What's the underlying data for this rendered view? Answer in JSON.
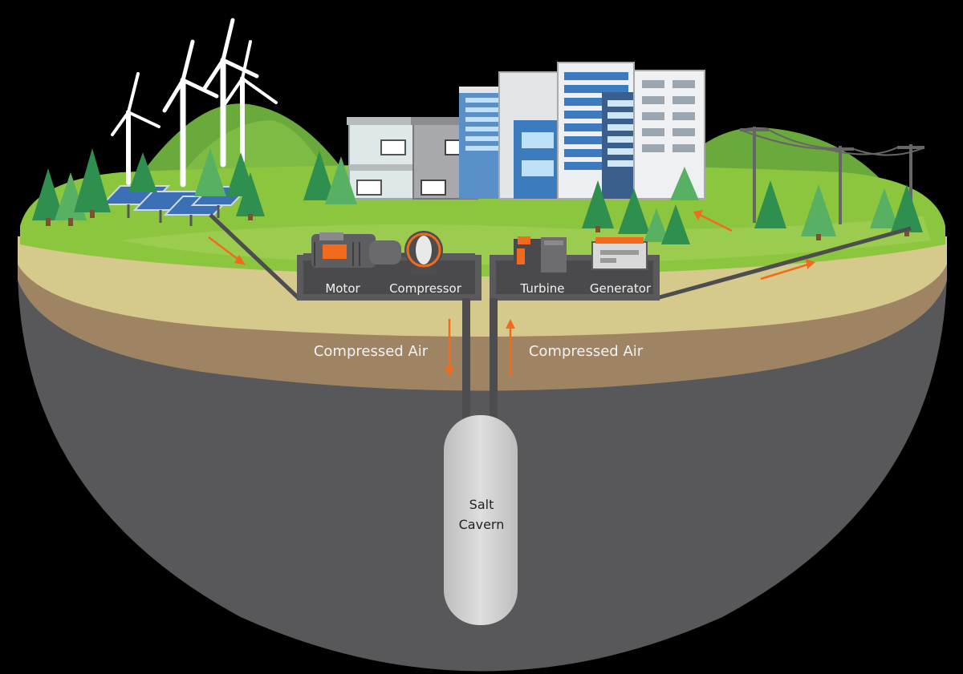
{
  "labels": {
    "motor": "Motor",
    "compressor": "Compressor",
    "turbine": "Turbine",
    "generator": "Generator",
    "air_in": "Compressed Air",
    "air_out": "Compressed Air",
    "cavern_line1": "Salt",
    "cavern_line2": "Cavern"
  },
  "colors": {
    "background": "#000000",
    "bedrock": "#58585b",
    "soil_brown": "#9e8463",
    "soil_tan": "#d6c98c",
    "grass": "#8cc63f",
    "grass_light": "#a5d15a",
    "hill": "#6aa93b",
    "pipe": "#4d4d4f",
    "arrow": "#f26b1d",
    "cavern": "#cfcfcf",
    "tree": "#2f8f4e",
    "label_light": "#f2f2f2"
  },
  "icons": [
    "wind-turbine-icon",
    "solar-panel-icon",
    "building-icon",
    "house-icon",
    "tree-icon",
    "power-pole-icon",
    "motor-icon",
    "compressor-icon",
    "turbine-icon",
    "generator-icon",
    "arrow-icon"
  ]
}
